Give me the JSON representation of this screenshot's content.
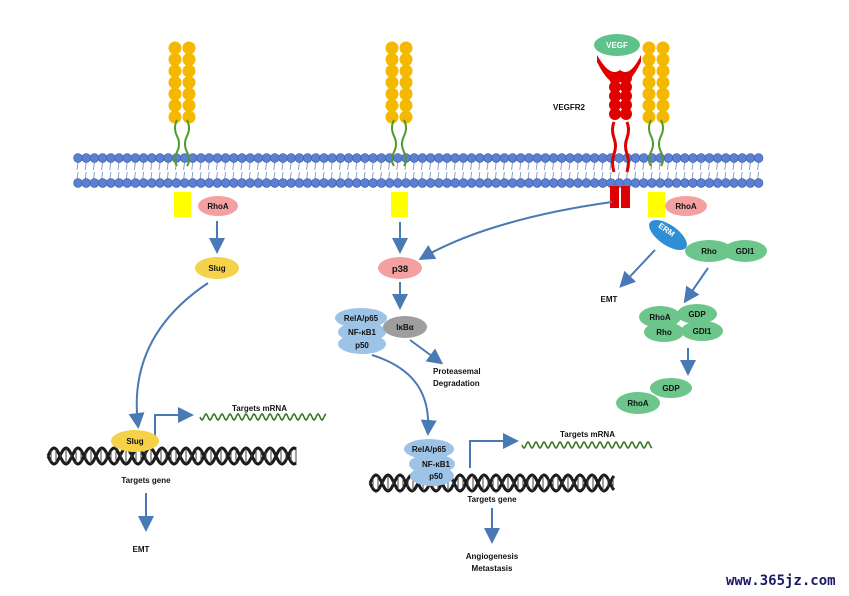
{
  "labels": {
    "vegf": "VEGF",
    "vegfr2": "VEGFR2",
    "rhoa_left": "RhoA",
    "slug": "Slug",
    "slug_dna": "Slug",
    "targets_mrna_left": "Targets mRNA",
    "targets_gene_left": "Targets gene",
    "emt_left": "EMT",
    "p38": "p38",
    "rela_p65": "RelA/p65",
    "nfkb1": "NF-κB1",
    "p50": "p50",
    "ikba": "IκBα",
    "proteasemal": "Proteasemal",
    "degradation": "Degradation",
    "rela_p65_dna": "RelA/p65",
    "nfkb1_dna": "NF-κB1",
    "p50_dna": "p50",
    "targets_mrna_mid": "Targets mRNA",
    "targets_gene_mid": "Targets gene",
    "angiogenesis": "Angiogenesis",
    "metastasis": "Metastasis",
    "rhoa_right": "RhoA",
    "erm": "ERM",
    "rho": "Rho",
    "gdi1": "GDI1",
    "emt_right": "EMT",
    "rhoa_c1": "RhoA",
    "gdp_c1": "GDP",
    "rho_c1": "Rho",
    "gdi1_c1": "GDI1",
    "gdp_c2": "GDP",
    "rhoa_c2": "RhoA",
    "watermark": "www.365jz.com"
  },
  "colors": {
    "membrane_head": "#5b7fd1",
    "receptor_domain": "#f5b800",
    "receptor_foot": "#ffff00",
    "vegfr2": "#e00000",
    "vegf": "#5ec28a",
    "rhoa": "#f4a0a0",
    "slug": "#f5d24a",
    "p38": "#f4a0a0",
    "nfkb": "#9dc3e6",
    "ikba": "#9e9e9e",
    "green_protein": "#6cc58a",
    "erm": "#2e8fd6",
    "arrow": "#4a7ab5",
    "dna": "#1a1a1a",
    "mrna": "#3e7a2a",
    "watermark": "#1a1a66"
  }
}
